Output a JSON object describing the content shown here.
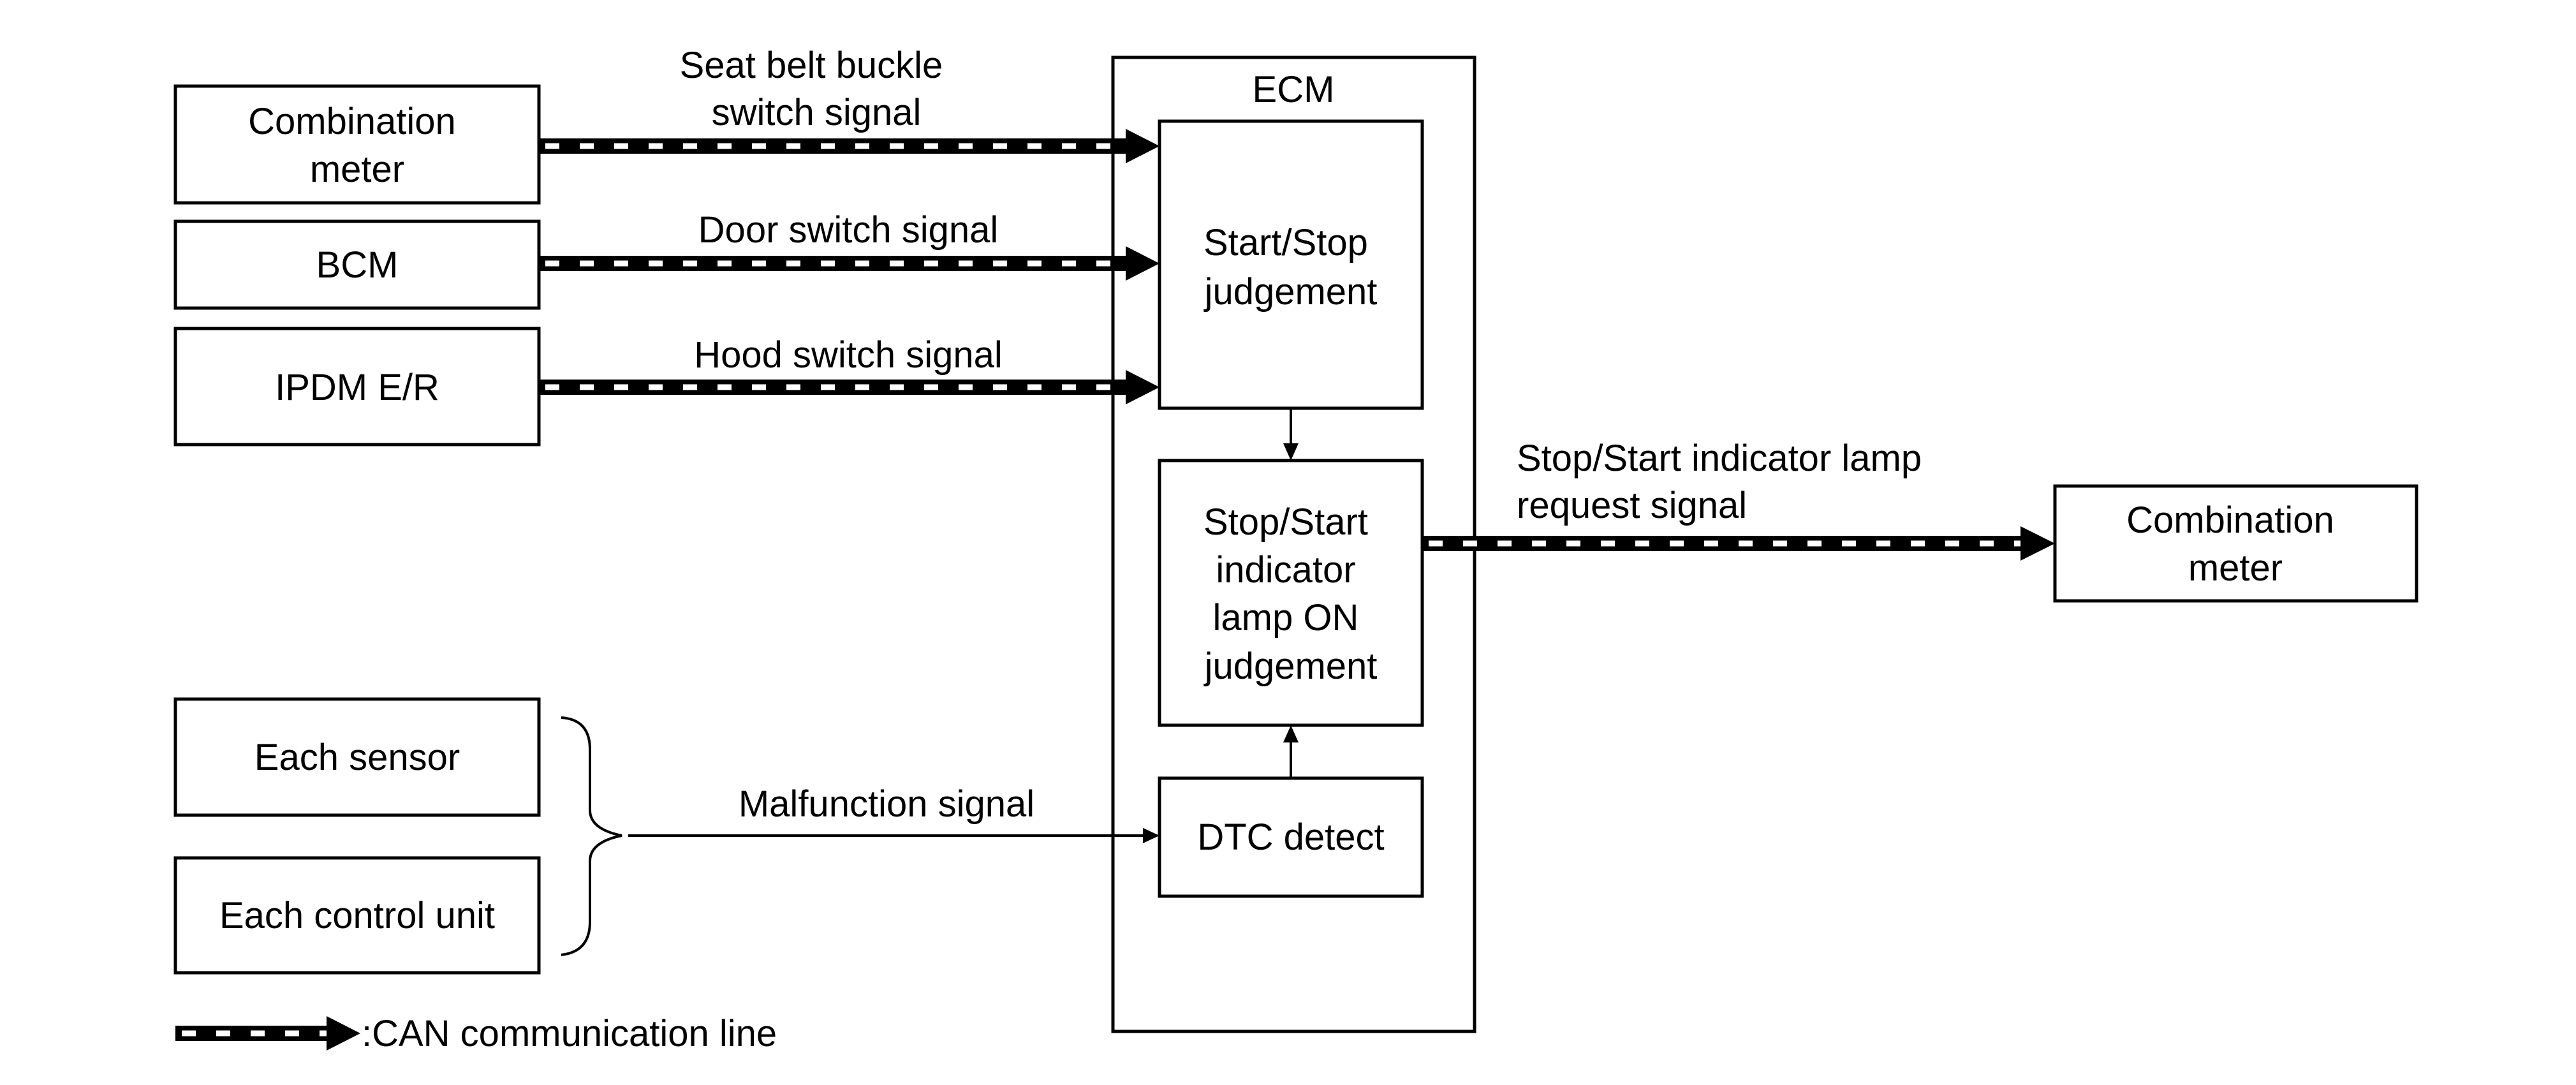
{
  "ecm": {
    "title": "ECM"
  },
  "inputs": [
    {
      "name": "combination-meter-in",
      "lines": [
        "Combination",
        "meter"
      ],
      "signal": [
        "Seat belt buckle",
        "switch signal"
      ]
    },
    {
      "name": "bcm",
      "lines": [
        "BCM"
      ],
      "signal": [
        "Door switch signal"
      ]
    },
    {
      "name": "ipdm-er",
      "lines": [
        "IPDM E/R"
      ],
      "signal": [
        "Hood switch signal"
      ]
    }
  ],
  "ecm_blocks": {
    "judgement": [
      "Start/Stop",
      "judgement"
    ],
    "indicator": [
      "Stop/Start",
      "indicator",
      "lamp ON",
      "judgement"
    ],
    "dtc": [
      "DTC detect"
    ]
  },
  "output": {
    "box": [
      "Combination",
      "meter"
    ],
    "signal": [
      "Stop/Start indicator lamp",
      "request signal"
    ]
  },
  "diagnostic_sources": [
    {
      "lines": [
        "Each sensor"
      ]
    },
    {
      "lines": [
        "Each control unit"
      ]
    }
  ],
  "malfunction_signal": "Malfunction signal",
  "legend": {
    "label": ":CAN communication line"
  },
  "colors": {
    "line": "#000000",
    "dash": "#ffffff",
    "background": "#ffffff"
  }
}
